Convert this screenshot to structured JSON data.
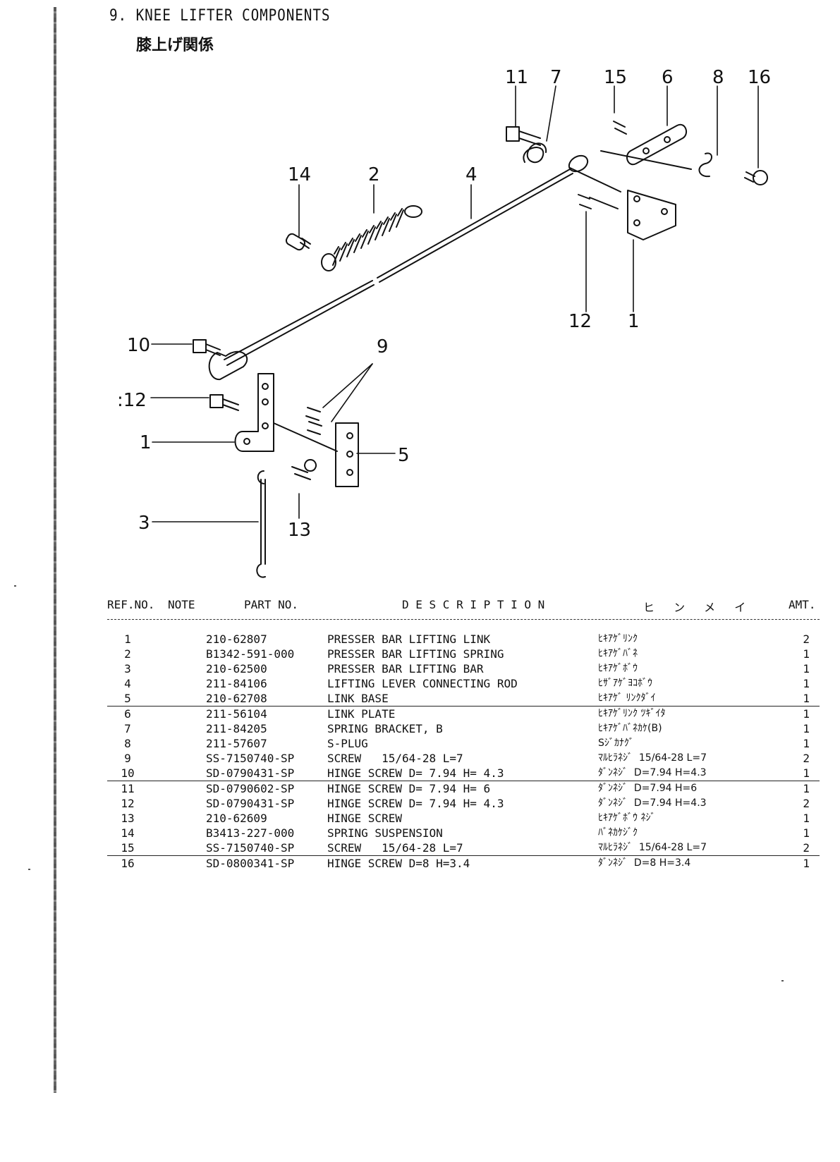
{
  "header": {
    "title": "9. KNEE LIFTER COMPONENTS",
    "subtitle": "膝上げ関係"
  },
  "diagram": {
    "callouts": {
      "c11": "11",
      "c7": "7",
      "c15": "15",
      "c6": "6",
      "c8": "8",
      "c16": "16",
      "c14": "14",
      "c2": "2",
      "c4": "4",
      "c12a": "12",
      "c1a": "1",
      "c10": "10",
      "c9": "9",
      "c12b": ":12",
      "c1b": "1",
      "c5": "5",
      "c3": "3",
      "c13": "13"
    }
  },
  "table": {
    "headers": {
      "ref": "REF.NO.",
      "note": "NOTE",
      "part": "PART NO.",
      "desc": "D E S C R I P T I O N",
      "kana": "ヒ ン メ イ",
      "amt": "AMT."
    },
    "rows": [
      {
        "ref": "1",
        "part": "210-62807",
        "desc": "PRESSER BAR LIFTING LINK",
        "kana": "ﾋｷｱｹﾞﾘﾝｸ",
        "amt": "2"
      },
      {
        "ref": "2",
        "part": "B1342-591-000",
        "desc": "PRESSER BAR LIFTING SPRING",
        "kana": "ﾋｷｱｹﾞﾊﾞﾈ",
        "amt": "1"
      },
      {
        "ref": "3",
        "part": "210-62500",
        "desc": "PRESSER BAR LIFTING BAR",
        "kana": "ﾋｷｱｹﾞﾎﾞｳ",
        "amt": "1"
      },
      {
        "ref": "4",
        "part": "211-84106",
        "desc": "LIFTING LEVER CONNECTING ROD",
        "kana": "ﾋｻﾞｱｹﾞﾖｺﾎﾞｳ",
        "amt": "1"
      },
      {
        "ref": "5",
        "part": "210-62708",
        "desc": "LINK BASE",
        "kana": "ﾋｷｱｹﾞ ﾘﾝｸﾀﾞｲ",
        "amt": "1"
      },
      {
        "ref": "6",
        "part": "211-56104",
        "desc": "LINK PLATE",
        "kana": "ﾋｷｱｹﾞﾘﾝｸ ﾂｷﾞｲﾀ",
        "amt": "1"
      },
      {
        "ref": "7",
        "part": "211-84205",
        "desc": "SPRING BRACKET, B",
        "kana": "ﾋｷｱｹﾞﾊﾞﾈｶｹ(B)",
        "amt": "1"
      },
      {
        "ref": "8",
        "part": "211-57607",
        "desc": "S-PLUG",
        "kana": "Sｼﾞｶﾅｸﾞ",
        "amt": "1"
      },
      {
        "ref": "9",
        "part": "SS-7150740-SP",
        "desc": "SCREW   15/64-28 L=7",
        "kana": "ﾏﾙﾋﾗﾈｼﾞ  15/64-28 L=7",
        "amt": "2"
      },
      {
        "ref": "10",
        "part": "SD-0790431-SP",
        "desc": "HINGE SCREW D= 7.94 H= 4.3",
        "kana": "ﾀﾞﾝﾈｼﾞ  D=7.94 H=4.3",
        "amt": "1"
      },
      {
        "ref": "11",
        "part": "SD-0790602-SP",
        "desc": "HINGE SCREW D= 7.94 H= 6",
        "kana": "ﾀﾞﾝﾈｼﾞ  D=7.94 H=6",
        "amt": "1"
      },
      {
        "ref": "12",
        "part": "SD-0790431-SP",
        "desc": "HINGE SCREW D= 7.94 H= 4.3",
        "kana": "ﾀﾞﾝﾈｼﾞ  D=7.94 H=4.3",
        "amt": "2"
      },
      {
        "ref": "13",
        "part": "210-62609",
        "desc": "HINGE SCREW",
        "kana": "ﾋｷｱｹﾞﾎﾞｳ ﾈｼﾞ",
        "amt": "1"
      },
      {
        "ref": "14",
        "part": "B3413-227-000",
        "desc": "SPRING SUSPENSION",
        "kana": "ﾊﾞﾈｶｹｼﾞｸ",
        "amt": "1"
      },
      {
        "ref": "15",
        "part": "SS-7150740-SP",
        "desc": "SCREW   15/64-28 L=7",
        "kana": "ﾏﾙﾋﾗﾈｼﾞ  15/64-28 L=7",
        "amt": "2"
      },
      {
        "ref": "16",
        "part": "SD-0800341-SP",
        "desc": "HINGE SCREW D=8 H=3.4",
        "kana": "ﾀﾞﾝﾈｼﾞ  D=8 H=3.4",
        "amt": "1"
      }
    ]
  }
}
